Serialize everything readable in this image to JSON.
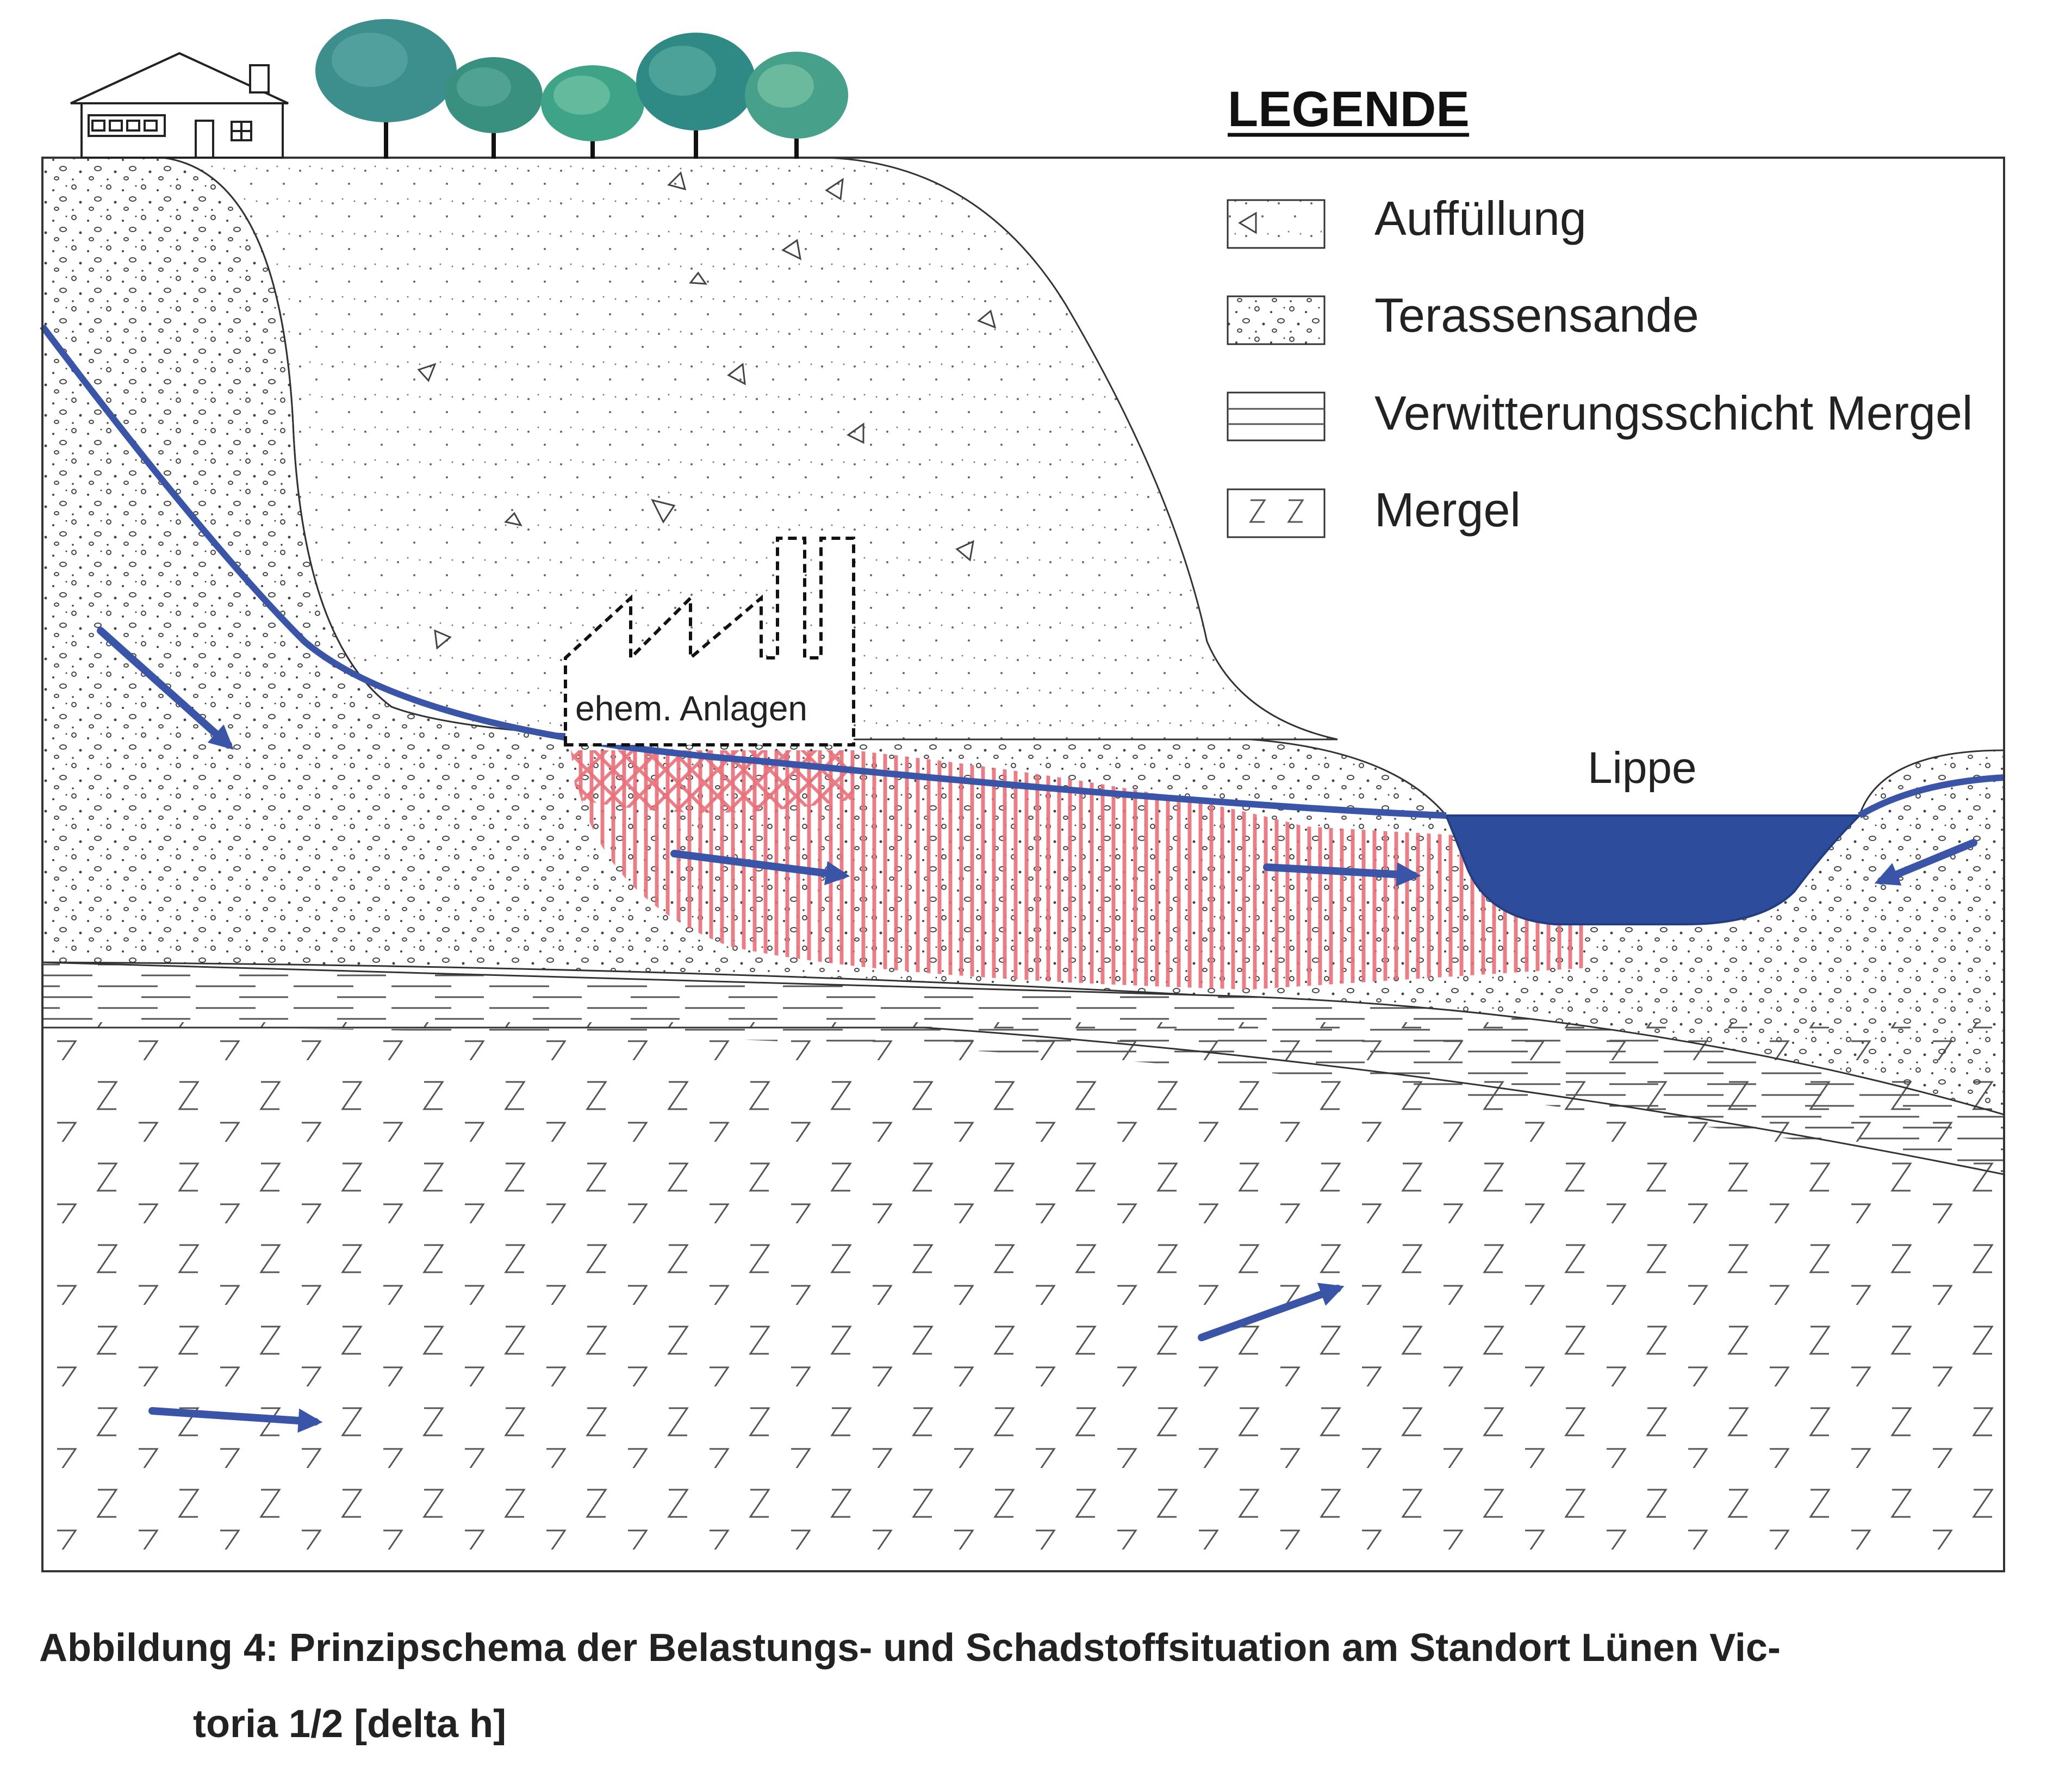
{
  "legend": {
    "title": "LEGENDE",
    "items": [
      {
        "label": "Auffüllung",
        "pattern": "fill-triangles"
      },
      {
        "label": "Terassensande",
        "pattern": "sand-pebbles"
      },
      {
        "label": "Verwitterungsschicht Mergel",
        "pattern": "dashed-lines"
      },
      {
        "label": "Mergel",
        "pattern": "z-marks"
      }
    ]
  },
  "labels": {
    "facility": "ehem. Anlagen",
    "river": "Lippe"
  },
  "caption": {
    "line1": "Abbildung 4: Prinzipschema der Belastungs- und Schadstoffsituation am Standort Lünen Vic-",
    "line2": "toria 1/2 [delta h]"
  },
  "colors": {
    "groundwater": "#3a55a8",
    "contamination": "#e8707a",
    "river": "#2e4c9c",
    "tree_dark": "#2f8a86",
    "tree_light": "#5bb5a8",
    "line": "#333333"
  },
  "icons": [
    "house-icon",
    "tree-icon",
    "factory-icon",
    "flow-arrow-icon"
  ]
}
